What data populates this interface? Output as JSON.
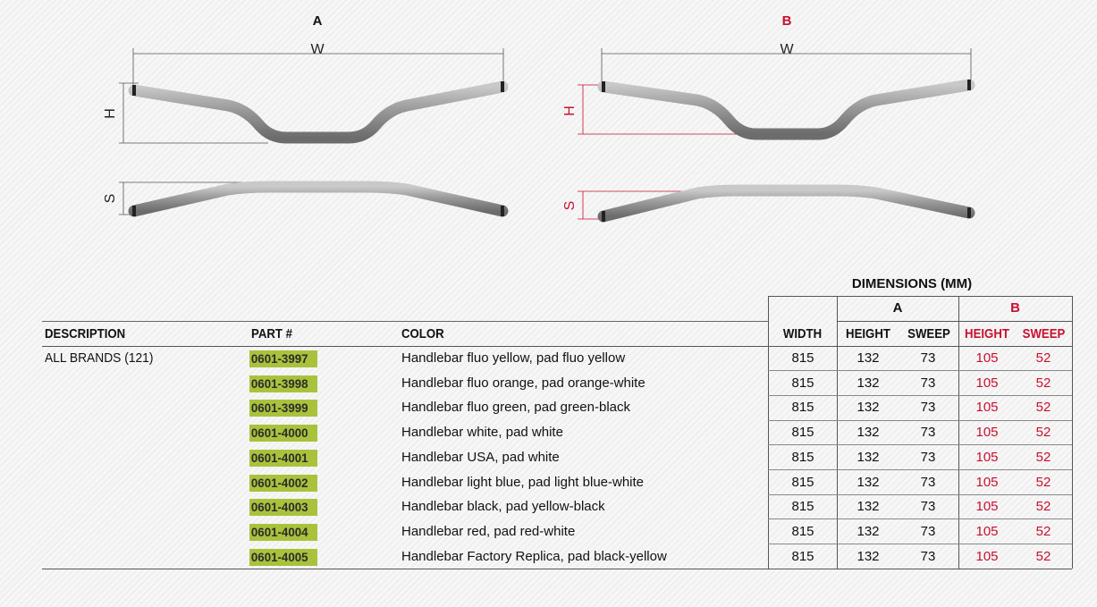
{
  "diagrams": {
    "a": {
      "label": "A",
      "width_label": "W",
      "height_label": "H",
      "sweep_label": "S"
    },
    "b": {
      "label": "B",
      "width_label": "W",
      "height_label": "H",
      "sweep_label": "S"
    }
  },
  "table": {
    "group_header": "DIMENSIONS (MM)",
    "sub_a": "A",
    "sub_b": "B",
    "headers": {
      "description": "DESCRIPTION",
      "part": "PART #",
      "color": "COLOR",
      "width": "WIDTH",
      "a_height": "HEIGHT",
      "a_sweep": "SWEEP",
      "b_height": "HEIGHT",
      "b_sweep": "SWEEP"
    },
    "description": "ALL BRANDS (121)",
    "rows": [
      {
        "part": "0601-3997",
        "color": "Handlebar fluo yellow, pad fluo yellow",
        "width": "815",
        "a_height": "132",
        "a_sweep": "73",
        "b_height": "105",
        "b_sweep": "52"
      },
      {
        "part": "0601-3998",
        "color": "Handlebar fluo orange, pad orange-white",
        "width": "815",
        "a_height": "132",
        "a_sweep": "73",
        "b_height": "105",
        "b_sweep": "52"
      },
      {
        "part": "0601-3999",
        "color": "Handlebar fluo green, pad green-black",
        "width": "815",
        "a_height": "132",
        "a_sweep": "73",
        "b_height": "105",
        "b_sweep": "52"
      },
      {
        "part": "0601-4000",
        "color": "Handlebar white, pad white",
        "width": "815",
        "a_height": "132",
        "a_sweep": "73",
        "b_height": "105",
        "b_sweep": "52"
      },
      {
        "part": "0601-4001",
        "color": "Handlebar USA, pad white",
        "width": "815",
        "a_height": "132",
        "a_sweep": "73",
        "b_height": "105",
        "b_sweep": "52"
      },
      {
        "part": "0601-4002",
        "color": "Handlebar light blue, pad light blue-white",
        "width": "815",
        "a_height": "132",
        "a_sweep": "73",
        "b_height": "105",
        "b_sweep": "52"
      },
      {
        "part": "0601-4003",
        "color": "Handlebar black, pad yellow-black",
        "width": "815",
        "a_height": "132",
        "a_sweep": "73",
        "b_height": "105",
        "b_sweep": "52"
      },
      {
        "part": "0601-4004",
        "color": "Handlebar red, pad red-white",
        "width": "815",
        "a_height": "132",
        "a_sweep": "73",
        "b_height": "105",
        "b_sweep": "52"
      },
      {
        "part": "0601-4005",
        "color": "Handlebar Factory Replica, pad black-yellow",
        "width": "815",
        "a_height": "132",
        "a_sweep": "73",
        "b_height": "105",
        "b_sweep": "52"
      }
    ]
  },
  "colors": {
    "accent_red": "#c8102e",
    "part_highlight": "#a9c23c"
  }
}
